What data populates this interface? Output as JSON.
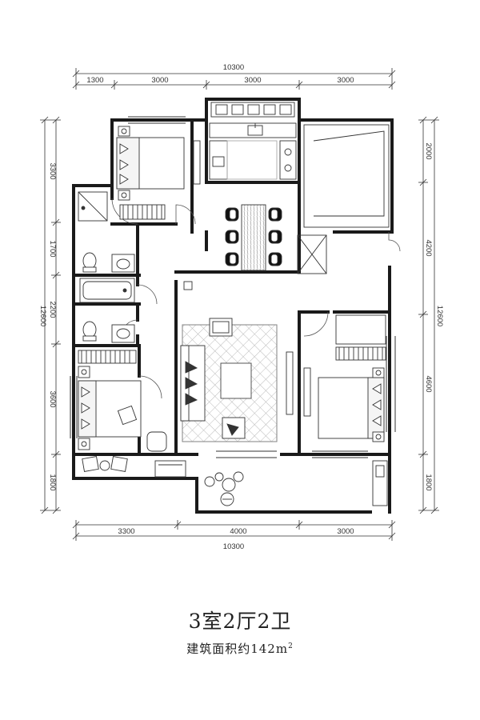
{
  "dimensions": {
    "top": {
      "total": "10300",
      "segments": [
        "1300",
        "3000",
        "3000",
        "3000"
      ]
    },
    "bottom": {
      "total": "10300",
      "segments": [
        "3300",
        "4000",
        "3000"
      ]
    },
    "left": {
      "total": "12600",
      "segments": [
        "3300",
        "1700",
        "2200",
        "3600",
        "1800"
      ]
    },
    "right": {
      "total": "12600",
      "segments": [
        "2000",
        "4200",
        "4600",
        "1800"
      ]
    }
  },
  "caption": {
    "layout": "3室2厅2卫",
    "area_prefix": "建筑面积约",
    "area_value": "142m",
    "area_sup": "2"
  },
  "colors": {
    "wall": "#1a1a1a",
    "line": "#444444",
    "rug": "#cfcfcf"
  }
}
